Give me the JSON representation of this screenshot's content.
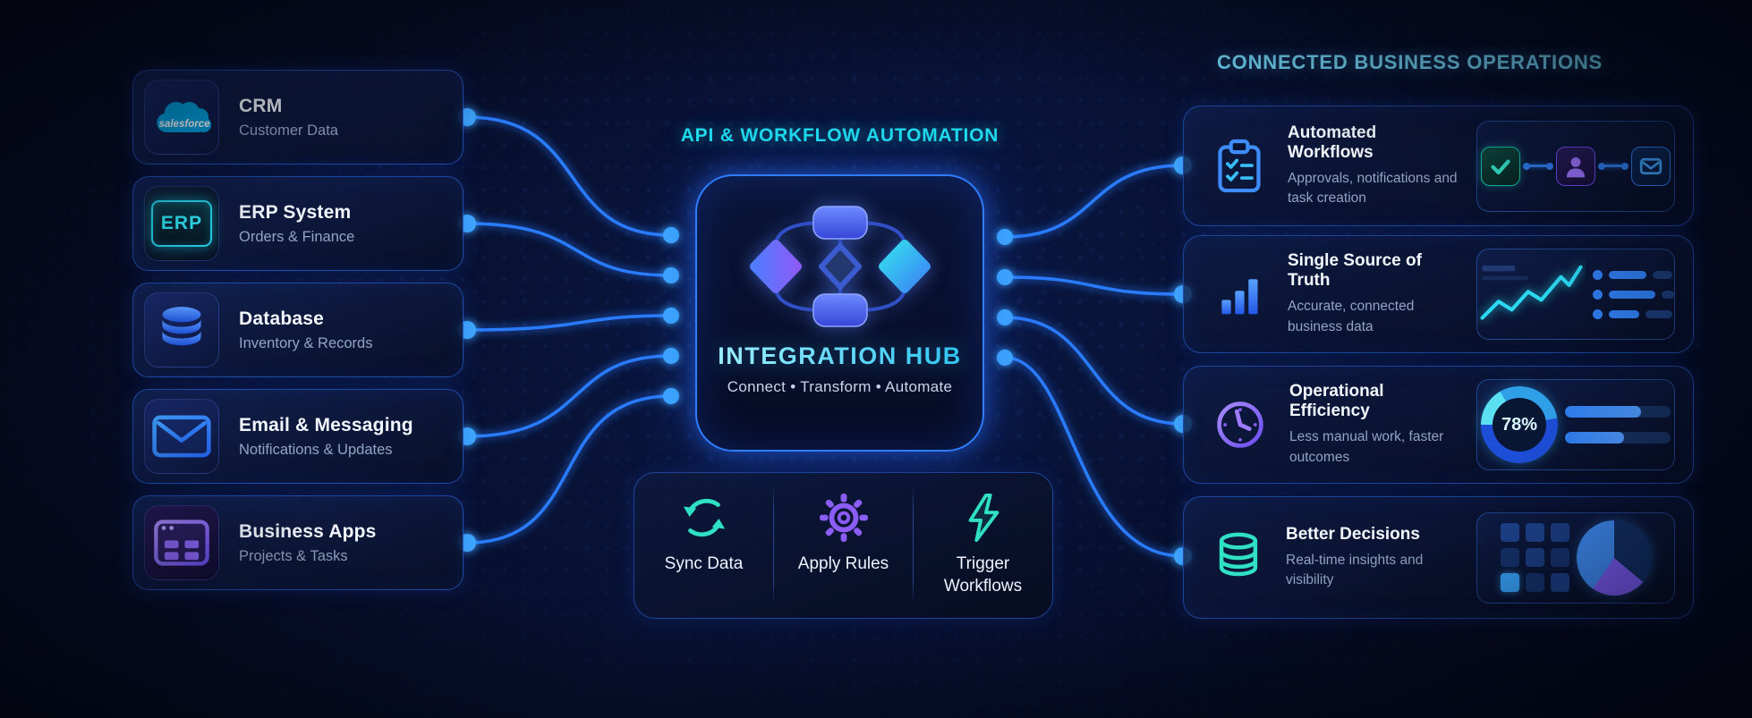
{
  "colors": {
    "background": "#060a20",
    "wire_blue": "#2b7bff",
    "accent_cyan": "#1fdcec",
    "heading_light_blue": "#74d7f8",
    "card_border_blue": "#2f6ef0",
    "teal": "#2dd4bf",
    "purple": "#8b5cf6",
    "salesforce_blue": "#00a1e0"
  },
  "sources": [
    {
      "title": "CRM",
      "subtitle": "Customer Data",
      "wordmark": "salesforce"
    },
    {
      "title": "ERP System",
      "subtitle": "Orders & Finance",
      "badge": "ERP"
    },
    {
      "title": "Database",
      "subtitle": "Inventory & Records"
    },
    {
      "title": "Email & Messaging",
      "subtitle": "Notifications & Updates"
    },
    {
      "title": "Business Apps",
      "subtitle": "Projects & Tasks"
    }
  ],
  "hub": {
    "eyebrow": "API & WORKFLOW AUTOMATION",
    "title": "INTEGRATION HUB",
    "subtitle": "Connect • Transform • Automate",
    "features": [
      {
        "label": "Sync Data",
        "icon": "sync-arrows-icon"
      },
      {
        "label": "Apply Rules",
        "icon": "gear-icon"
      },
      {
        "label": "Trigger Workflows",
        "icon": "lightning-icon"
      }
    ]
  },
  "outcomes": {
    "heading": "CONNECTED BUSINESS OPERATIONS",
    "cards": [
      {
        "title": "Automated Workflows",
        "subtitle": "Approvals, notifications and task creation",
        "icon": "clipboard-icon"
      },
      {
        "title": "Single Source of Truth",
        "subtitle": "Accurate, connected business data",
        "icon": "bar-chart-icon"
      },
      {
        "title": "Operational Efficiency",
        "subtitle": "Less manual work, faster outcomes",
        "icon": "clock-icon",
        "metric": "78%"
      },
      {
        "title": "Better Decisions",
        "subtitle": "Real-time insights and visibility",
        "icon": "database-icon"
      }
    ]
  }
}
